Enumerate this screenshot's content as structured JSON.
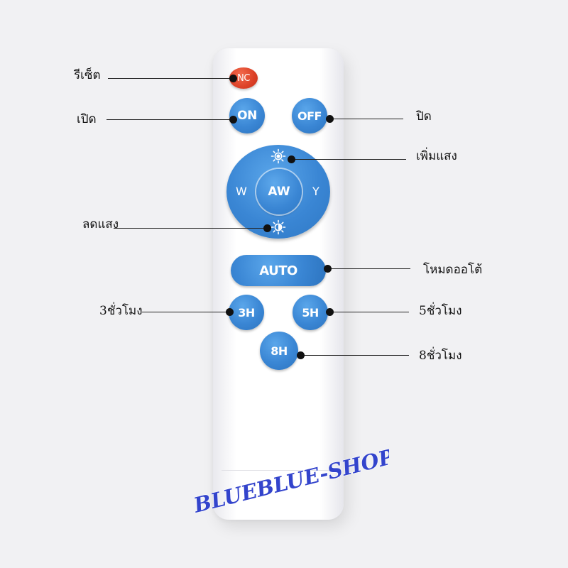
{
  "remote": {
    "buttons": {
      "nc": "NC",
      "on": "ON",
      "off": "OFF",
      "w": "W",
      "aw": "AW",
      "y": "Y",
      "auto": "AUTO",
      "h3": "3H",
      "h5": "5H",
      "h8": "8H"
    },
    "icons": [
      "sun-brighter-icon",
      "sun-dimmer-icon"
    ]
  },
  "labels": {
    "reset": "รีเซ็ต",
    "on": "เปิด",
    "off": "ปิด",
    "brighter": "เพิ่มแสง",
    "dimmer": "ลดแสง",
    "auto": "โหมดออโต้",
    "h3": "3ชั่วโมง",
    "h5": "5ชั่วโมง",
    "h8": "8ชั่วโมง"
  },
  "watermark": "BLUEBLUE-SHOP",
  "colors": {
    "button_blue": "#3a86d4",
    "button_red": "#dc4026",
    "watermark_fill": "#3344cc",
    "watermark_outline": "#ffffff",
    "background": "#f1f1f3"
  }
}
